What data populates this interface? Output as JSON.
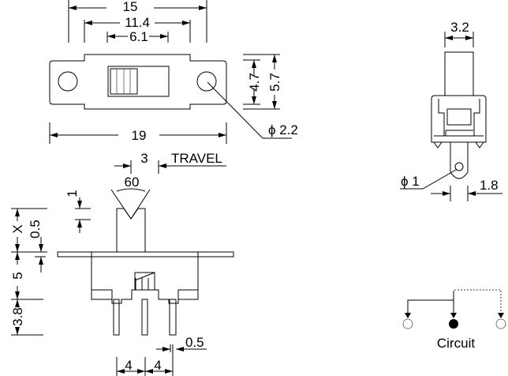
{
  "top_view": {
    "dim_15": "15",
    "dim_11_4": "11.4",
    "dim_6_1": "6.1",
    "dim_4_7": "4.7",
    "dim_5_7": "5.7",
    "dim_19": "19",
    "hole_dia": "ϕ 2.2"
  },
  "travel": {
    "value": "3",
    "label": "TRAVEL"
  },
  "side_view": {
    "angle": "60",
    "dim_1": "1",
    "dim_x": "X",
    "dim_0_5_top": "0.5",
    "dim_5": "5",
    "dim_3_8": "3.8",
    "pitch_left": "4",
    "pitch_right": "4",
    "pin_width": "0.5"
  },
  "end_view": {
    "dim_3_2": "3.2",
    "hole_dia": "ϕ 1",
    "dim_1_8": "1.8"
  },
  "circuit": {
    "label": "Circuit"
  }
}
